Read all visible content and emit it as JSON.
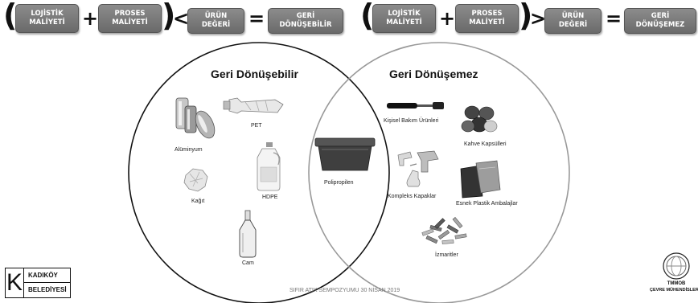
{
  "formulas": [
    {
      "terms": [
        {
          "line1": "LOJİSTİK",
          "line2": "MALİYETİ"
        },
        {
          "line1": "PROSES",
          "line2": "MALİYETİ"
        },
        {
          "line1": "ÜRÜN",
          "line2": "DEĞERİ"
        },
        {
          "line1": "GERİ",
          "line2": "DÖNÜŞEBİLİR"
        }
      ],
      "plus": "+",
      "comparator": "<",
      "equals": "="
    },
    {
      "terms": [
        {
          "line1": "LOJİSTİK",
          "line2": "MALİYETİ"
        },
        {
          "line1": "PROSES",
          "line2": "MALİYETİ"
        },
        {
          "line1": "ÜRÜN",
          "line2": "DEĞERİ"
        },
        {
          "line1": "GERİ",
          "line2": "DÖNÜŞEMEZ"
        }
      ],
      "plus": "+",
      "comparator": ">",
      "equals": "="
    }
  ],
  "parens": {
    "open": "(",
    "close": ")"
  },
  "venn": {
    "left_title": "Geri Dönüşebilir",
    "right_title": "Geri Dönüşemez",
    "left_items": {
      "aluminyum": "Alüminyum",
      "pet": "PET",
      "kagit": "Kağıt",
      "hdpe": "HDPE",
      "cam": "Cam"
    },
    "middle_item": "Polipropilen",
    "right_items": {
      "kisisel": "Kişisel Bakım Ürünleri",
      "kahve": "Kahve Kapsülleri",
      "kompleks": "Kompleks Kapaklar",
      "esnek": "Esnek Plastik Ambalajlar",
      "izmarit": "İzmaritler"
    }
  },
  "footer": "SIFIR ATIK SEMPOZYUMU 30 NİSAN 2019",
  "logo_left": {
    "letter": "K",
    "line1": "KADIKÖY",
    "line2": "BELEDİYESİ"
  },
  "logo_right": {
    "line1": "TMMOB",
    "line2": "ÇEVRE MÜHENDİSLERİ"
  }
}
